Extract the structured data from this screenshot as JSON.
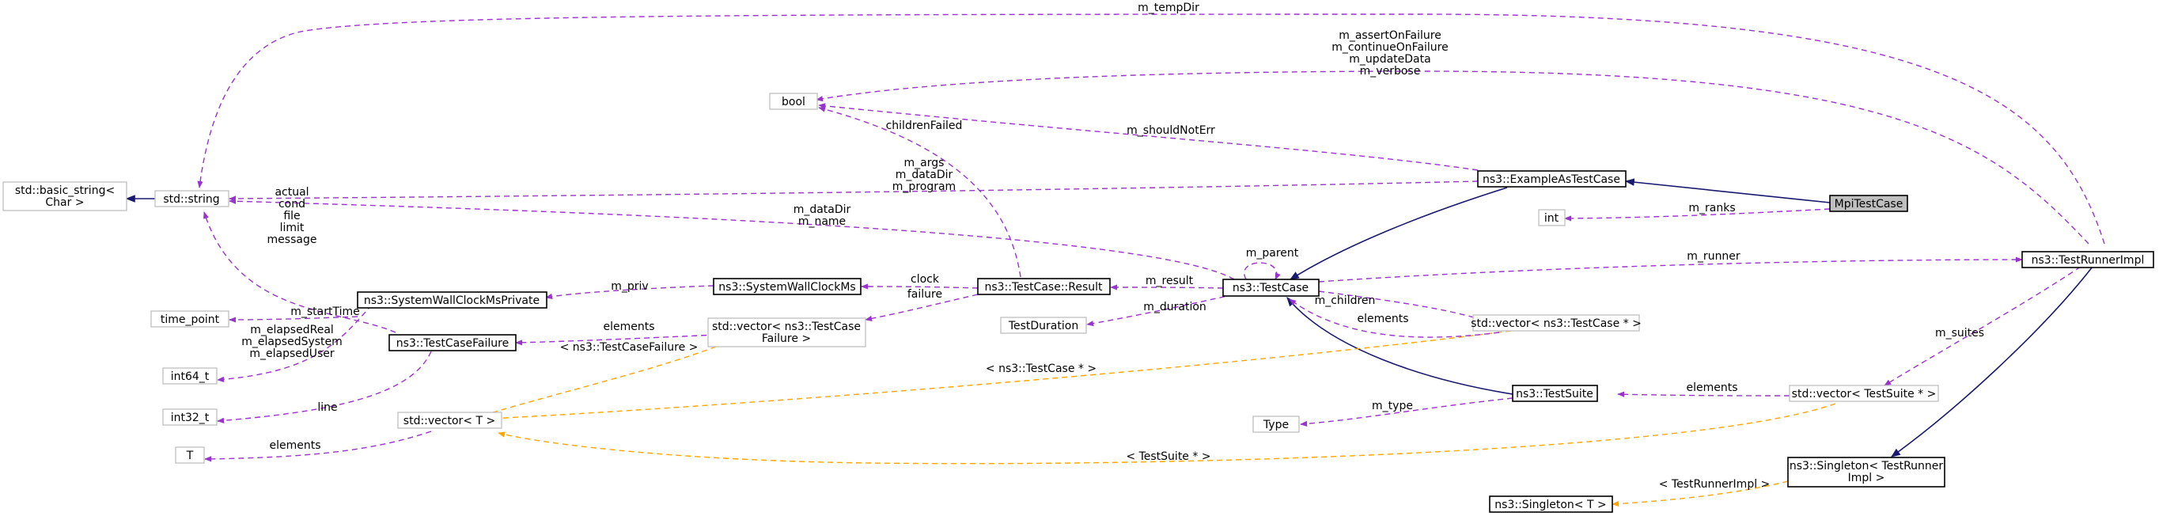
{
  "nodes": {
    "mpi_test_case": "MpiTestCase",
    "example_as_test_case": "ns3::ExampleAsTestCase",
    "test_case": "ns3::TestCase",
    "test_runner_impl": "ns3::TestRunnerImpl",
    "bool": "bool",
    "std_string": "std::string",
    "std_basic_string": [
      "std::basic_string<",
      "Char >"
    ],
    "int": "int",
    "test_case_result": "ns3::TestCase::Result",
    "system_wall_clock_ms": "ns3::SystemWallClockMs",
    "system_wall_clock_ms_private": "ns3::SystemWallClockMsPrivate",
    "time_point": "time_point",
    "int64_t": "int64_t",
    "int32_t": "int32_t",
    "t": "T",
    "test_case_failure": "ns3::TestCaseFailure",
    "vector_test_case_failure": [
      "std::vector< ns3::TestCase",
      "Failure >"
    ],
    "test_duration": "TestDuration",
    "vector_test_case_ptr": "std::vector< ns3::TestCase * >",
    "std_vector_t": "std::vector< T >",
    "test_suite": "ns3::TestSuite",
    "type": "Type",
    "vector_test_suite_ptr": "std::vector< TestSuite * >",
    "singleton_test_runner_impl": [
      "ns3::Singleton< TestRunner",
      "Impl >"
    ],
    "singleton_t": "ns3::Singleton< T >"
  },
  "edge_labels": {
    "m_tempDir": "m_tempDir",
    "runner_bool_members": [
      "m_assertOnFailure",
      "m_continueOnFailure",
      "m_updateData",
      "m_verbose"
    ],
    "m_shouldNotErr": "m_shouldNotErr",
    "childrenFailed": "childrenFailed",
    "example_string_members": [
      "m_args",
      "m_dataDir",
      "m_program"
    ],
    "testcase_string_members": [
      "m_dataDir",
      "m_name"
    ],
    "m_ranks": "m_ranks",
    "m_parent": "m_parent",
    "m_runner": "m_runner",
    "failure_string_members": [
      "actual",
      "cond",
      "file",
      "limit",
      "message"
    ],
    "m_priv": "m_priv",
    "clock": "clock",
    "m_result": "m_result",
    "failure": "failure",
    "m_duration": "m_duration",
    "m_children": "m_children",
    "elements_children": "elements",
    "m_startTime": "m_startTime",
    "elapsed_members": [
      "m_elapsedReal",
      "m_elapsedSystem",
      "m_elapsedUser"
    ],
    "elements_failure": "elements",
    "tmpl_test_case_failure": "< ns3::TestCaseFailure >",
    "tmpl_test_case_ptr": "< ns3::TestCase * >",
    "m_suites": "m_suites",
    "line": "line",
    "elements_t": "elements",
    "m_type": "m_type",
    "elements_suites": "elements",
    "tmpl_test_suite_ptr": "< TestSuite * >",
    "tmpl_test_runner_impl": "< TestRunnerImpl >"
  },
  "colors": {
    "usage_edge": "#9a32cd",
    "template_edge": "#ffa500",
    "inheritance_edge": "#191970",
    "focus_node_fill": "#bfbfbf",
    "external_node_border": "#bfbfbf"
  }
}
